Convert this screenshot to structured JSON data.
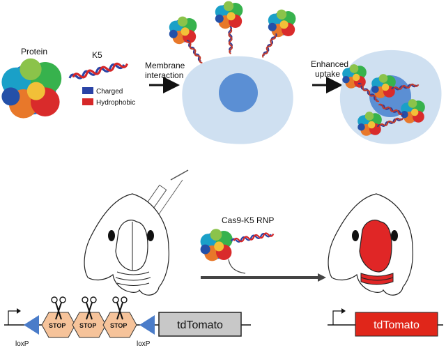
{
  "top_panel": {
    "protein_label": "Protein",
    "k5_label": "K5",
    "legend": [
      {
        "label": "Charged",
        "color": "#2a43a6"
      },
      {
        "label": "Hydrophobic",
        "color": "#d62728"
      }
    ],
    "step1_line1": "Membrane",
    "step1_line2": "interaction",
    "step2_line1": "Enhanced",
    "step2_line2": "uptake"
  },
  "bottom_panel": {
    "rnp_label": "Cas9-K5 RNP",
    "stop_labels": [
      "STOP",
      "STOP",
      "STOP"
    ],
    "loxp_left": "loxP",
    "loxp_right": "loxP",
    "gene_before": "tdTomato",
    "gene_after": "tdTomato"
  },
  "colors": {
    "cell_fill": "#cfe0f1",
    "nucleus_fill": "#5b8fd4",
    "brain_active": "#e02626",
    "stop_fill": "#f6c39a",
    "gene_before_fill": "#c8c8c8",
    "gene_after_fill": "#e0261a",
    "loxp_fill": "#4a7cc9",
    "arrow": "#444444"
  },
  "icons": [
    "protein-blob-icon",
    "helix-peptide-icon",
    "scissors-icon",
    "syringe-icon",
    "mouse-brain-icon",
    "promoter-arrow-icon"
  ]
}
